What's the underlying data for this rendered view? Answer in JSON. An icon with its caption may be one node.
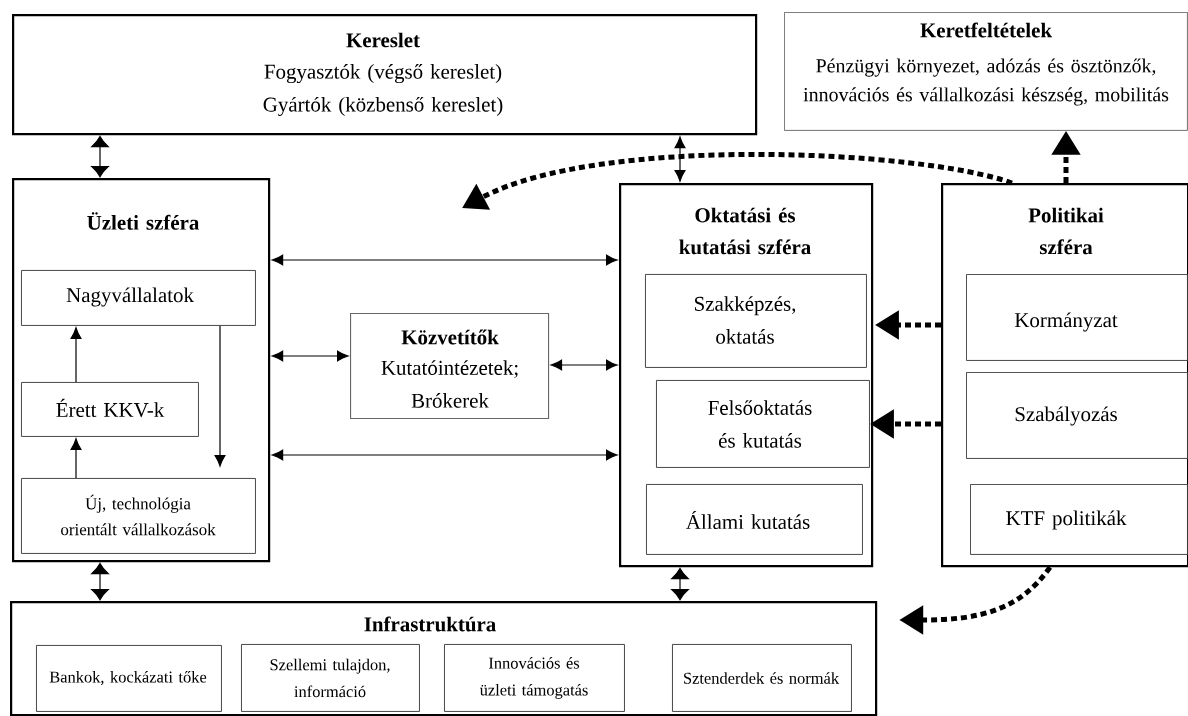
{
  "diagram": {
    "nodes": [
      {
        "text": [
          "Kereslet",
          "Fogyasztók (végső kereslet) Gyártók (közbenső kereslet)"
        ]
      },
      {
        "text": [
          "Keretfeltételek",
          "Pénzügyi környezet, adózás és ösztönzők, innovációs és vállalkozási készség, mobilitás"
        ]
      },
      {
        "text": [
          "Üzleti szféra"
        ]
      },
      {
        "text": [
          "Nagyvállalatok"
        ],
        "in": 2
      },
      {
        "text": [
          "Érett KKV-k"
        ],
        "in": 2
      },
      {
        "text": [
          "Új, technológia orientált vállalkozások"
        ],
        "in": 2
      },
      {
        "text": [
          "Közvetítők",
          "Kutatóintézetek; Brókerek"
        ]
      },
      {
        "text": [
          "Oktatási és kutatási szféra"
        ]
      },
      {
        "text": [
          "Szakképzés, oktatás"
        ],
        "in": 7
      },
      {
        "text": [
          "Felsőoktatás és kutatás"
        ],
        "in": 7
      },
      {
        "text": [
          "Állami kutatás"
        ],
        "in": 7
      },
      {
        "text": [
          "Politikai szféra"
        ]
      },
      {
        "text": [
          "Kormányzat"
        ],
        "in": 11
      },
      {
        "text": [
          "Szabályozás"
        ],
        "in": 11
      },
      {
        "text": [
          "KTF politikák"
        ],
        "in": 11
      },
      {
        "text": [
          "Infrastruktúra"
        ]
      },
      {
        "text": [
          "Bankok, kockázati tőke"
        ],
        "in": 15
      },
      {
        "text": [
          "Szellemi tulajdon, információ"
        ],
        "in": 15
      },
      {
        "text": [
          "Innovációs és üzleti támogatás"
        ],
        "in": 15
      },
      {
        "text": [
          "Sztenderdek és normák"
        ],
        "in": 15
      }
    ],
    "edges": [
      {
        "from": 0,
        "to": 2,
        "arrow": "both"
      },
      {
        "from": 0,
        "to": 7,
        "arrow": "both"
      },
      {
        "from": 2,
        "to": 7,
        "arrow": "both"
      },
      {
        "from": 2,
        "to": 6,
        "arrow": "both"
      },
      {
        "from": 6,
        "to": 7,
        "arrow": "both"
      },
      {
        "from": 2,
        "to": 7,
        "arrow": "both"
      },
      {
        "from": 5,
        "to": 4,
        "arrow": "to"
      },
      {
        "from": 4,
        "to": 3,
        "arrow": "to"
      },
      {
        "from": 3,
        "to": 5,
        "arrow": "to"
      },
      {
        "from": 11,
        "to": null,
        "arrow": "to",
        "style": "dashed"
      },
      {
        "from": 11,
        "to": 1,
        "arrow": "to",
        "style": "dashed"
      },
      {
        "from": 11,
        "to": 8,
        "arrow": "to",
        "style": "dashed"
      },
      {
        "from": 11,
        "to": 9,
        "arrow": "to",
        "style": "dashed"
      },
      {
        "from": 11,
        "to": 15,
        "arrow": "to",
        "style": "dashed"
      },
      {
        "from": 2,
        "to": 15,
        "arrow": "both"
      },
      {
        "from": 7,
        "to": 15,
        "arrow": "both"
      }
    ]
  }
}
